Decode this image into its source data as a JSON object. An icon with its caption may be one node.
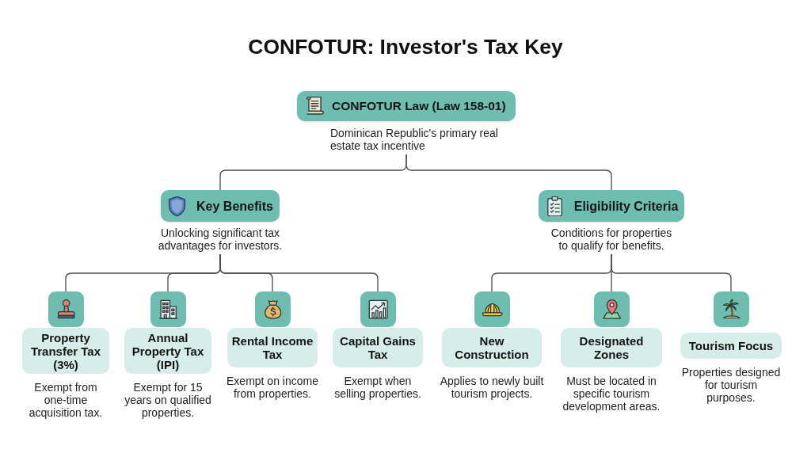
{
  "diagram": {
    "title": "CONFOTUR: Investor's Tax Key",
    "nodes": [
      {
        "text": [
          "CONFOTUR Law (Law 158-01)"
        ],
        "beside": [
          "Dominican Republic's primary real estate tax incentive"
        ]
      },
      {
        "text": [
          "Key Benefits"
        ],
        "beside": [
          "Unlocking significant tax advantages for investors."
        ]
      },
      {
        "text": [
          "Eligibility Criteria"
        ],
        "beside": [
          "Conditions for properties to qualify for benefits."
        ]
      },
      {
        "text": [
          "Property Transfer Tax (3%)"
        ],
        "beside": [
          "Exempt from one-time acquisition tax."
        ]
      },
      {
        "text": [
          "Annual Property Tax (IPI)"
        ],
        "beside": [
          "Exempt for 15 years on qualified properties."
        ]
      },
      {
        "text": [
          "Rental Income Tax"
        ],
        "beside": [
          "Exempt on income from properties."
        ]
      },
      {
        "text": [
          "Capital Gains Tax"
        ],
        "beside": [
          "Exempt when selling properties."
        ]
      },
      {
        "text": [
          "New Construction"
        ],
        "beside": [
          "Applies to newly built tourism projects."
        ]
      },
      {
        "text": [
          "Designated Zones"
        ],
        "beside": [
          "Must be located in specific tourism development areas."
        ]
      },
      {
        "text": [
          "Tourism Focus"
        ],
        "beside": [
          "Properties designed for tourism purposes."
        ]
      }
    ],
    "edges": [
      {
        "from": 0,
        "to": 1,
        "arrow": "none"
      },
      {
        "from": 0,
        "to": 2,
        "arrow": "none"
      },
      {
        "from": 1,
        "to": 3,
        "arrow": "none"
      },
      {
        "from": 1,
        "to": 4,
        "arrow": "none"
      },
      {
        "from": 1,
        "to": 5,
        "arrow": "none"
      },
      {
        "from": 1,
        "to": 6,
        "arrow": "none"
      },
      {
        "from": 2,
        "to": 7,
        "arrow": "none"
      },
      {
        "from": 2,
        "to": 8,
        "arrow": "none"
      },
      {
        "from": 2,
        "to": 9,
        "arrow": "none"
      }
    ]
  }
}
